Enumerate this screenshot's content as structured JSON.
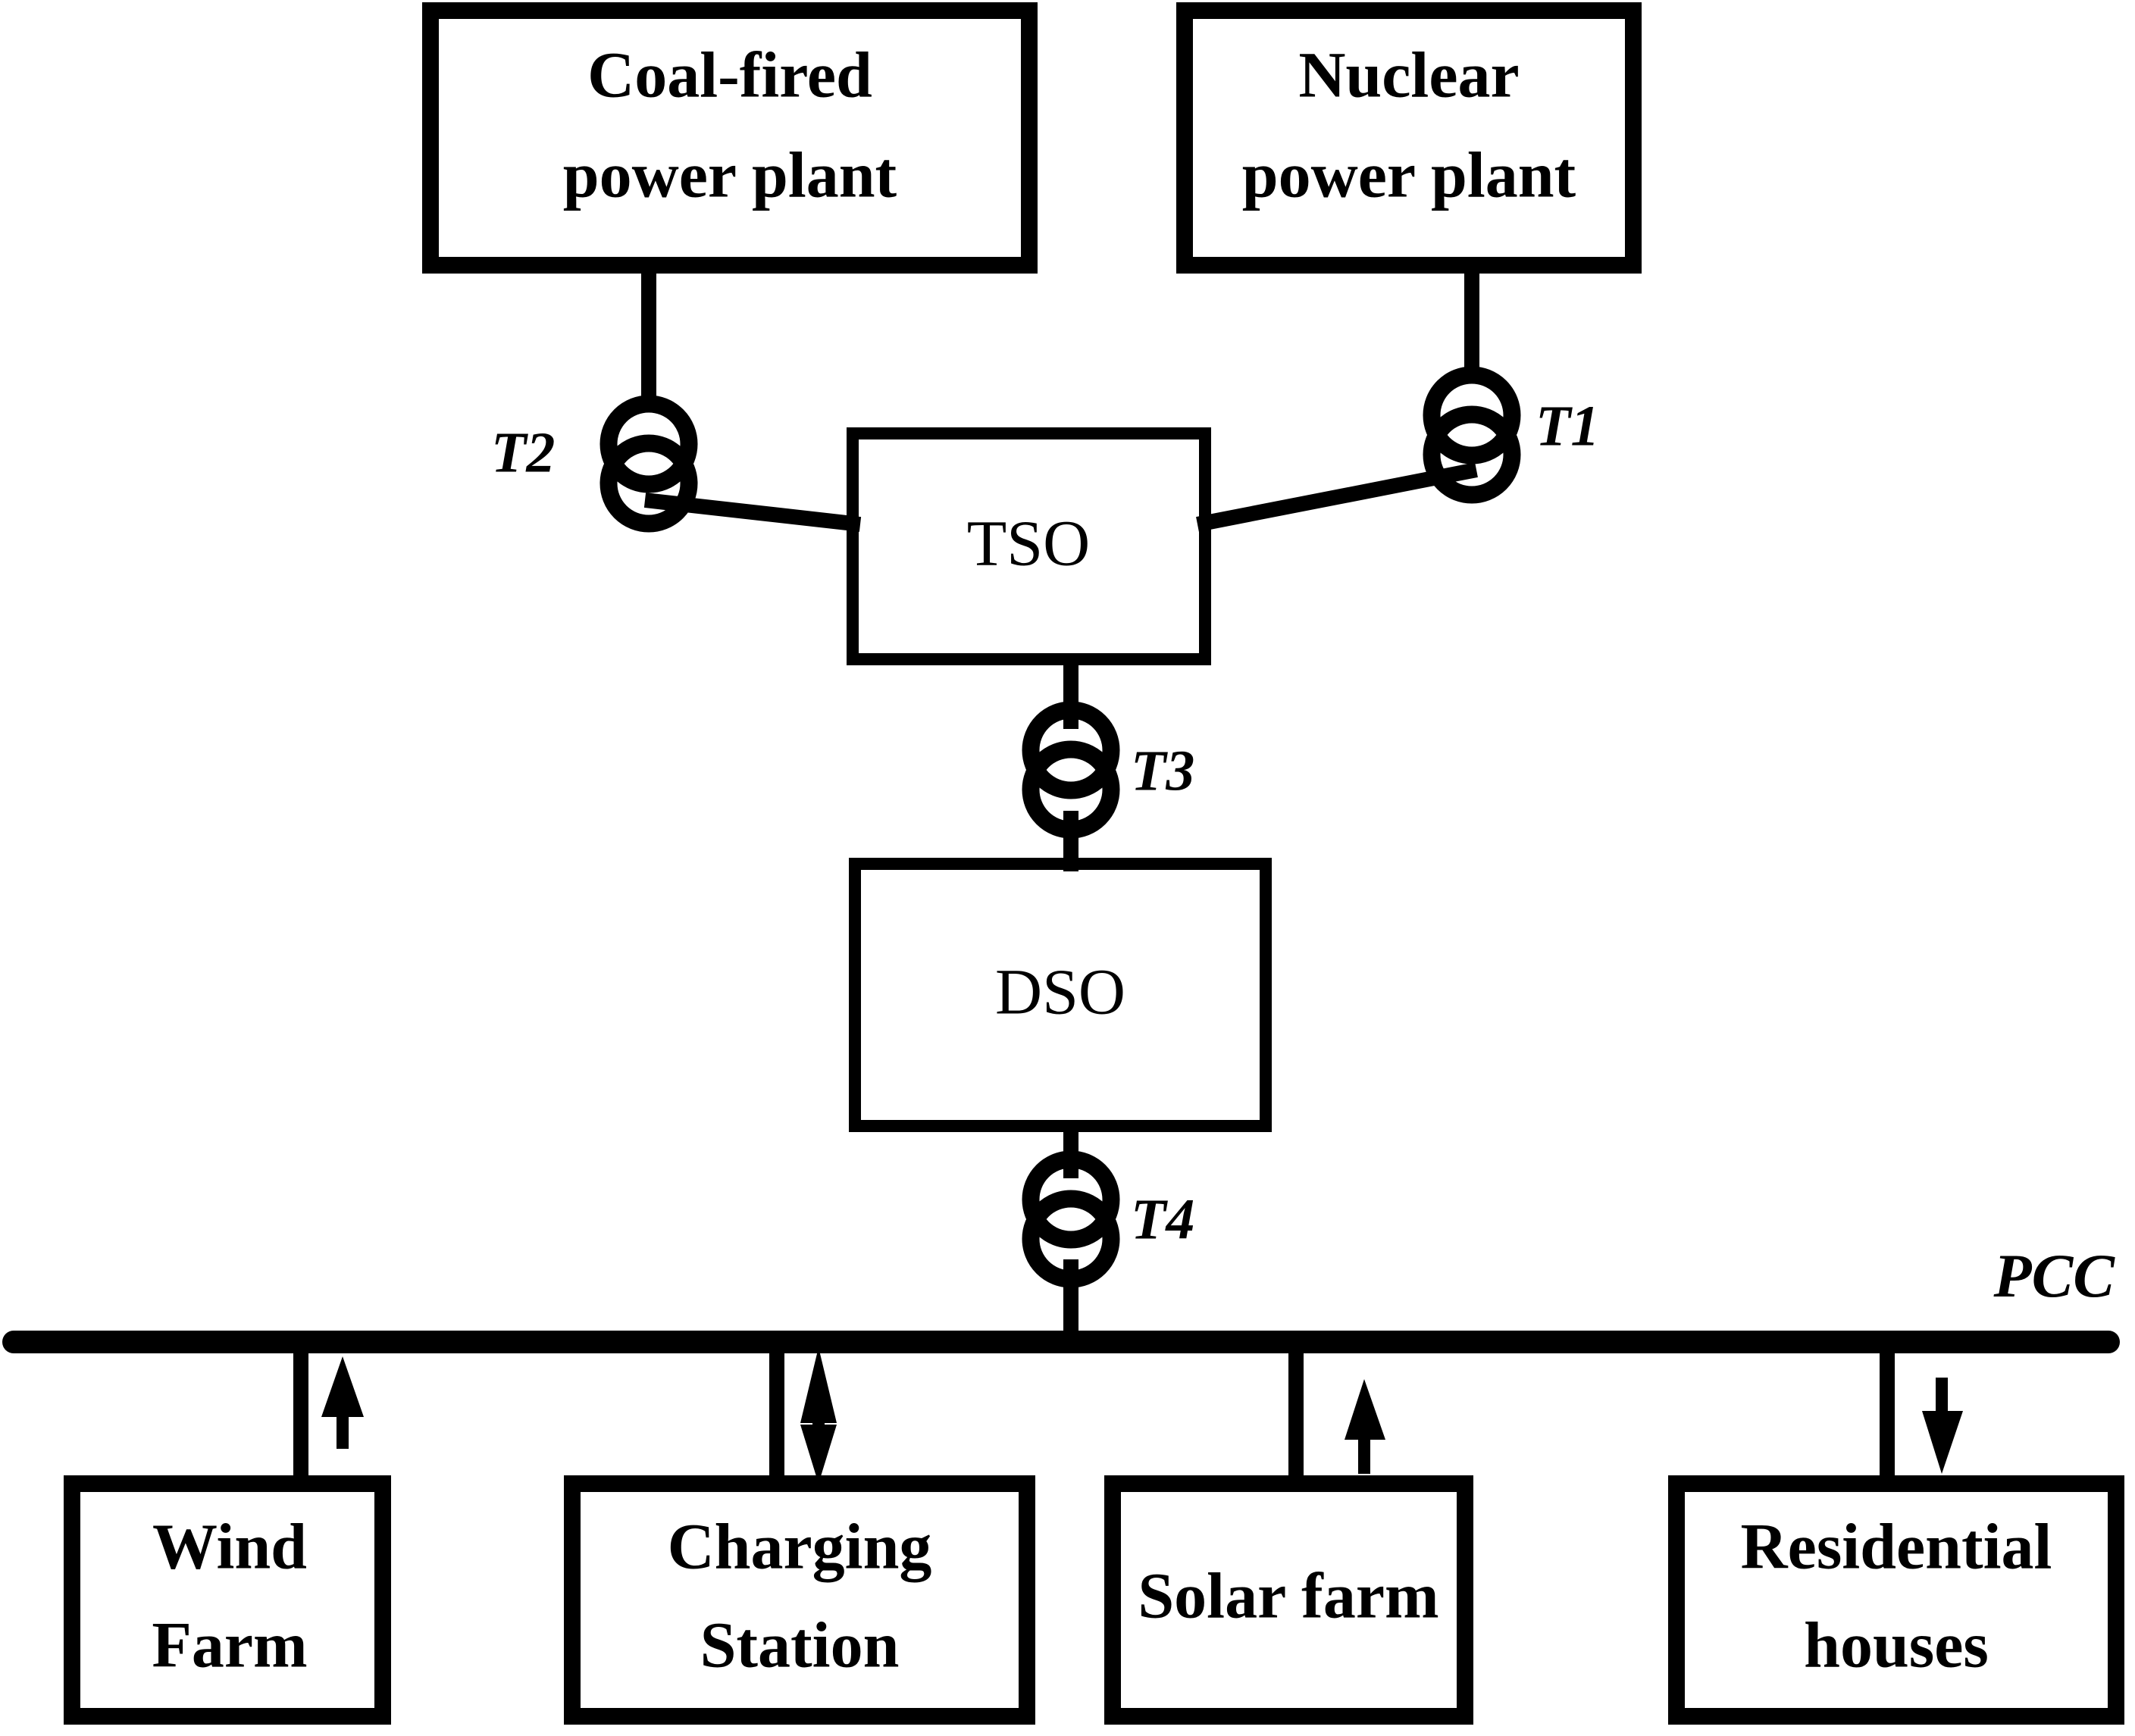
{
  "diagram": {
    "title": "Power system structure with TSO, DSO and PCC connected resources",
    "stroke_color": "#000000",
    "background_color": "#ffffff",
    "boxes": {
      "coal": {
        "label_line1": "Coal-fired",
        "label_line2": "power plant"
      },
      "nuclear": {
        "label_line1": "Nuclear",
        "label_line2": "power plant"
      },
      "tso": {
        "label": "TSO"
      },
      "dso": {
        "label": "DSO"
      },
      "wind": {
        "label_line1": "Wind",
        "label_line2": "Farm"
      },
      "charging": {
        "label_line1": "Charging",
        "label_line2": "Station"
      },
      "solar": {
        "label": "Solar farm"
      },
      "residential": {
        "label_line1": "Residential",
        "label_line2": "houses"
      }
    },
    "transformers": [
      {
        "id": "T1",
        "label": "T1",
        "connects": "Nuclear power plant to TSO"
      },
      {
        "id": "T2",
        "label": "T2",
        "connects": "Coal-fired power plant to TSO"
      },
      {
        "id": "T3",
        "label": "T3",
        "connects": "TSO to DSO"
      },
      {
        "id": "T4",
        "label": "T4",
        "connects": "DSO to PCC bus"
      }
    ],
    "bus": {
      "label": "PCC"
    },
    "flow_arrows": [
      {
        "for": "wind",
        "direction": "up",
        "meaning": "injection"
      },
      {
        "for": "charging",
        "direction": "bidirectional",
        "meaning": "injection and consumption"
      },
      {
        "for": "solar",
        "direction": "up",
        "meaning": "injection"
      },
      {
        "for": "residential",
        "direction": "down",
        "meaning": "consumption"
      }
    ]
  }
}
